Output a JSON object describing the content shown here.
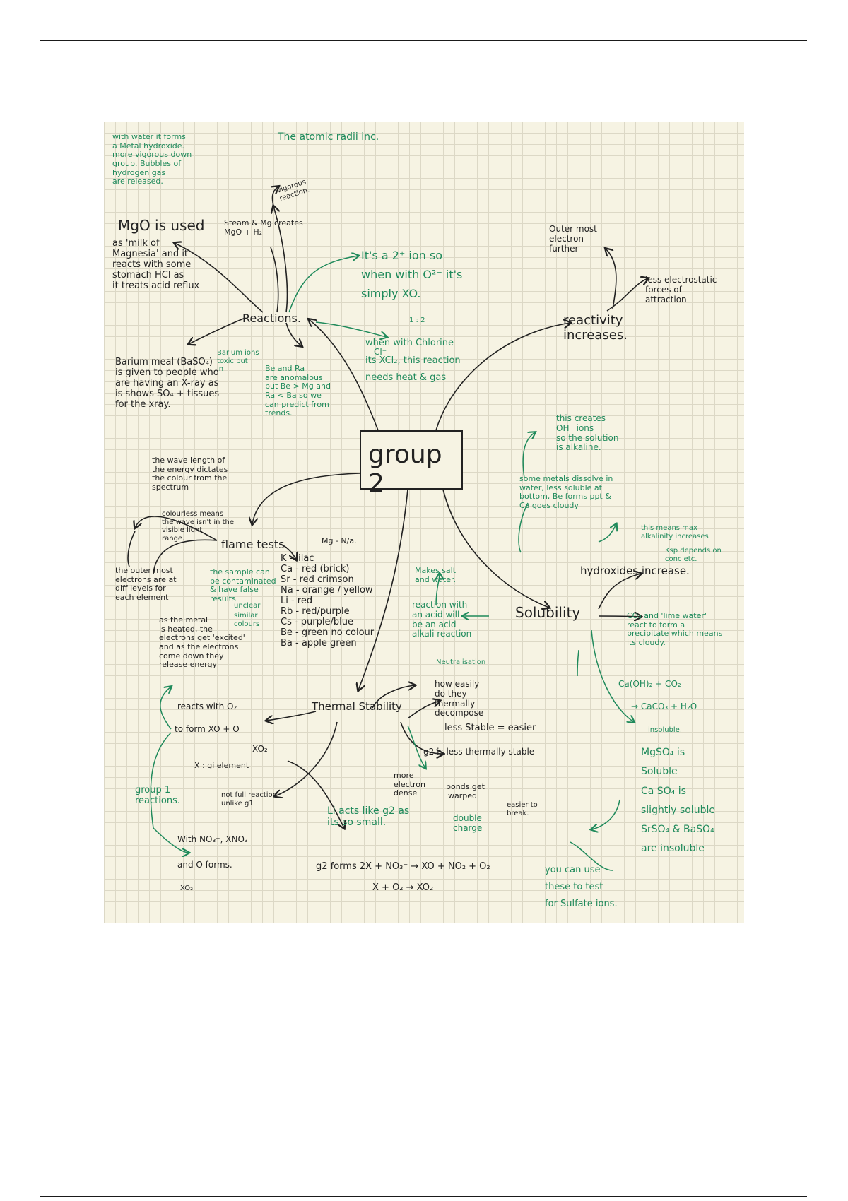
{
  "title": "group 2",
  "nodes": {
    "atomic_radii": "The atomic radii inc.",
    "water_note": "with water it forms\na Metal hydroxide.\nmore vigorous down\ngroup. Bubbles of\nhydrogen gas\nare released.",
    "mgo_title": "MgO is used",
    "mgo_text": "as 'milk of\nMagnesia' and it\nreacts with some\nstomach HCl as\nit treats acid reflux",
    "steam": "Steam & Mg creates\nMgO + H₂",
    "vigorous": "vigorous\nreaction.",
    "ion_2plus": "It's a 2⁺ ion so\nwhen with O²⁻ it's\nsimply XO.",
    "reactions": "Reactions.",
    "cl_ratio": "1 : 2",
    "chlorine": "when with Chlorine\nits XCl₂, this reaction\nneeds heat & gas",
    "cl_minus": "Cl⁻",
    "barium_meal": "Barium meal (BaSO₄)\nis given to people who\nare having an X-ray as\nis shows SO₄ + tissues\nfor the xray.",
    "barium_toxic": "Barium ions\ntoxic but\nin",
    "be_ra": "Be and Ra\nare anomalous\nbut Be > Mg and\nRa < Ba so we\ncan predict from\ntrends.",
    "outer_electron": "Outer most\nelectron\nfurther",
    "less_electrostatic": "less electrostatic\nforces of\nattraction",
    "reactivity": "reactivity\nincreases.",
    "oh_ions": "this creates\nOH⁻ ions\nso the solution\nis alkaline.",
    "dissolve": "some metals dissolve in\nwater, less soluble at\nbottom, Be forms ppt &\nCa goes cloudy",
    "wavelength": "the wave length of\nthe energy dictates\nthe colour from the\nspectrum",
    "colourless": "colourless means\nthe wave isn't in the\nvisible light\nrange.",
    "flame_tests": "flame tests.",
    "mg_na": "Mg - N/a.",
    "outer_most": "the outer most\nelectrons are at\ndiff levels for\neach element",
    "sample_contaminated": "the sample can\nbe contaminated\n& have false\nresults",
    "unclear": "unclear",
    "similar": "similar\ncolours",
    "flame_list": "K - lilac\nCa - red (brick)\nSr - red crimson\nNa - orange / yellow\nLi - red\nRb - red/purple\nCs - purple/blue\nBe - green no colour\nBa - apple green",
    "heated": "as the metal\nis heated, the\nelectrons get 'excited'\nand as the electrons\ncome down they\nrelease energy",
    "makes_salt": "Makes salt\nand water.",
    "neutral_reaction": "reaction with\nan acid will\nbe an acid-\nalkali reaction",
    "neutralisation": "Neutralisation",
    "alkalinity": "this means max\nalkalinity increases",
    "ksp": "Ksp depends on\nconc etc.",
    "hydroxides": "hydroxides increase.",
    "solubility": "Solubility",
    "co2_limewater": "CO₂ and 'lime water'\nreact to form a\nprecipitate which means\nits cloudy.",
    "caoh2": "Ca(OH)₂ + CO₂",
    "caco3": "→ CaCO₃ + H₂O",
    "insoluble": "insoluble.",
    "mgso4": "MgSO₄ is\nSoluble\nCa SO₄ is\nslightly soluble\nSrSO₄ & BaSO₄\nare insoluble",
    "sulfate_test": "you can use\nthese to test\nfor Sulfate ions.",
    "reacts_o2": "reacts with O₂",
    "to_form": "to form XO + O",
    "xo2": "XO₂",
    "x_element": "X : gi element",
    "group1": "group 1\nreactions.",
    "not_full": "not full reaction\nunlike g1",
    "thermal": "Thermal Stability",
    "how_easily": "how easily\ndo they\nthermally\ndecompose",
    "less_stable": "less Stable = easier",
    "g2_less": "g2 is less thermally stable",
    "more_dense": "more\nelectron\ndense",
    "bonds_warped": "bonds get\n'warped'",
    "easier_break": "easier to\nbreak.",
    "li_acts": "Li acts like g2 as\nits so small.",
    "double_charge": "double\ncharge",
    "with_no3": "With NO₃⁻, XNO₃",
    "and_o": "and O forms.",
    "xo2b": "XO₂",
    "g2_forms": "g2 forms 2X + NO₃⁻ → XO + NO₂ + O₂",
    "x_o2": "X + O₂ → XO₂"
  }
}
